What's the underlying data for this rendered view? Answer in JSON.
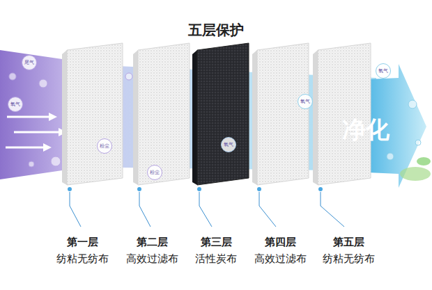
{
  "diagram": {
    "title": "五层保护",
    "nodes": [
      {
        "text": [
          "尾气"
        ]
      },
      {
        "text": [
          "氧气"
        ]
      },
      {
        "text": [
          "粉尘"
        ]
      },
      {
        "text": [
          "粉尘"
        ]
      },
      {
        "text": [
          "氧气"
        ]
      },
      {
        "text": [
          "氧气"
        ]
      },
      {
        "text": [
          "氧气"
        ]
      }
    ],
    "labels": [
      "净化",
      "第一层",
      "纺粘无纺布",
      "第二层",
      "高效过滤布",
      "第三层",
      "活性炭布",
      "第四层",
      "高效过滤布",
      "第五层",
      "纺粘无纺布"
    ]
  }
}
